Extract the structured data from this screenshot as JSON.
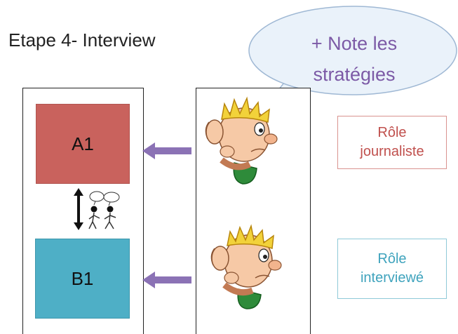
{
  "title": "Etape 4- Interview",
  "bubble": {
    "line1": "+ Note les",
    "line2": "stratégies"
  },
  "boxes": {
    "a1": "A1",
    "b1": "B1"
  },
  "roles": {
    "journaliste": {
      "line1": "Rôle",
      "line2": "journaliste"
    },
    "interviewe": {
      "line1": "Rôle",
      "line2": "interviewé"
    }
  },
  "colors": {
    "a1": "#c9625d",
    "b1": "#4eafc6",
    "arrow": "#8b72b5",
    "bubble_text": "#7c5aa6",
    "role_journaliste": "#c0504d",
    "role_interviewe": "#3fa3bd"
  },
  "icons": [
    "speech-bubble-icon",
    "listening-boy-icon",
    "arrow-left-icon",
    "double-arrow-icon",
    "talking-people-icon"
  ]
}
